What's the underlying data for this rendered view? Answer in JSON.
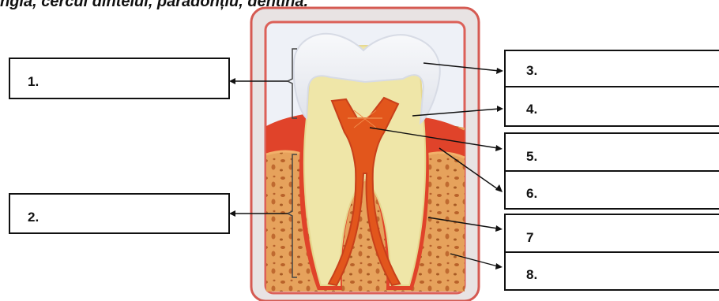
{
  "heading": "ngiă, cercul dintelui, paradonțiu, dentină.",
  "labels": {
    "l1": "1.",
    "l2": "2.",
    "l3": "3.",
    "l4": "4.",
    "l5": "5.",
    "l6": "6.",
    "l7": "7",
    "l8": "8."
  },
  "colors": {
    "frame_red": "#d9534a",
    "enamel": "#f2f3f6",
    "dentin": "#efe6a8",
    "pulp": "#e2561c",
    "gum": "#e0432a",
    "bone": "#e7a05a",
    "box_border": "#111111"
  }
}
